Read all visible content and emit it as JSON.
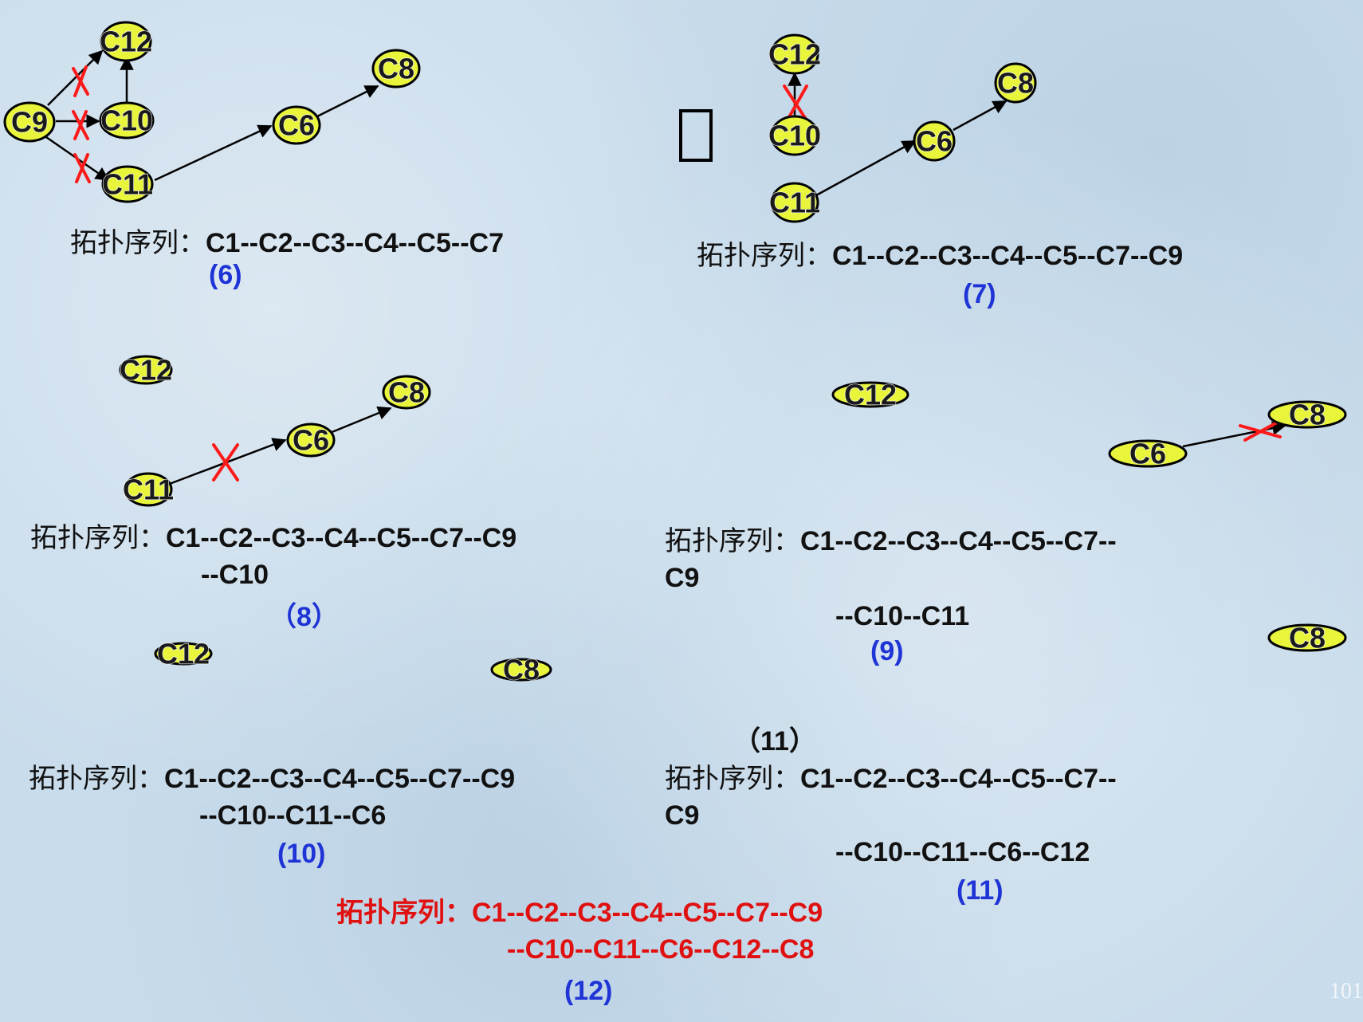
{
  "panels": {
    "p6": {
      "label": "(6)",
      "sequence_prefix": "拓扑序列：",
      "sequence_line1": "C1--C2--C3--C4--C5--C7",
      "nodes": [
        "C12",
        "C9",
        "C10",
        "C11",
        "C6",
        "C8"
      ]
    },
    "p7": {
      "label": "(7)",
      "sequence_prefix": "拓扑序列：",
      "sequence_line1": "C1--C2--C3--C4--C5--C7--C9",
      "nodes": [
        "C12",
        "C10",
        "C11",
        "C6",
        "C8"
      ]
    },
    "p8": {
      "label": "（8）",
      "sequence_prefix": "拓扑序列：",
      "sequence_line1": "C1--C2--C3--C4--C5--C7--C9",
      "sequence_line2": "--C10",
      "nodes": [
        "C12",
        "C11",
        "C6",
        "C8"
      ]
    },
    "p9": {
      "label": "(9)",
      "sequence_prefix": "拓扑序列：",
      "sequence_line1": "C1--C2--C3--C4--C5--C7--",
      "sequence_line2": "C9",
      "sequence_line3": "--C10--C11",
      "nodes": [
        "C12",
        "C6",
        "C8"
      ]
    },
    "p10": {
      "label": "(10)",
      "sequence_prefix": "拓扑序列：",
      "sequence_line1": "C1--C2--C3--C4--C5--C7--C9",
      "sequence_line2": "--C10--C11--C6",
      "nodes": [
        "C12",
        "C8"
      ]
    },
    "p11": {
      "label": "(11)",
      "heading": "（11）",
      "sequence_prefix": "拓扑序列：",
      "sequence_line1": "C1--C2--C3--C4--C5--C7--",
      "sequence_line2": "C9",
      "sequence_line3": "--C10--C11--C6--C12",
      "nodes": [
        "C8"
      ]
    },
    "p12": {
      "label": "(12)",
      "sequence_prefix": "拓扑序列：",
      "sequence_line1": "C1--C2--C3--C4--C5--C7--C9",
      "sequence_line2": "--C10--C11--C6--C12--C8"
    }
  },
  "page_number": "101",
  "colors": {
    "node_fill": "#e8f53a",
    "cross_mark": "#ff1a1a",
    "label_blue": "#1f34d6",
    "final_sequence_red": "#e01010",
    "background": "#c9dceb"
  }
}
